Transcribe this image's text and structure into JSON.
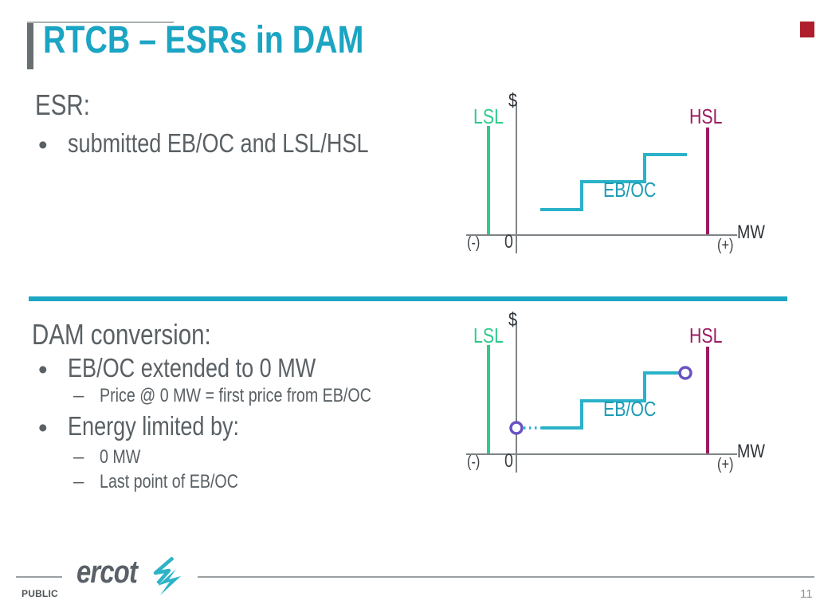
{
  "slide": {
    "title": "RTCB – ESRs in DAM",
    "page_number": "11",
    "classification": "PUBLIC",
    "logo_text": "ercot"
  },
  "markers": {
    "bullet": "•",
    "dash": "–"
  },
  "section_esr": {
    "heading": "ESR:",
    "bullet_1": "submitted EB/OC and LSL/HSL"
  },
  "section_dam": {
    "heading": "DAM conversion:",
    "bullet_1": "EB/OC extended to 0 MW",
    "sub_bullet_1": "Price @ 0 MW = first price from EB/OC",
    "bullet_2": "Energy limited by:",
    "sub_bullet_2": "0 MW",
    "sub_bullet_3": "Last point of EB/OC"
  },
  "chart_labels": {
    "price_axis": "$",
    "lsl": "LSL",
    "hsl": "HSL",
    "eboc": "EB/OC",
    "mw_axis": "MW",
    "negative": "(-)",
    "zero": "0",
    "positive": "(+)"
  },
  "colors": {
    "title_teal": "#1ba5c3",
    "divider_teal": "#1ba7c4",
    "body_gray": "#5a6064",
    "axis_gray": "#7f8487",
    "lsl_green": "#2fcb8c",
    "hsl_maroon": "#9b1b60",
    "eboc_cyan": "#2ab2c8",
    "extension_point_purple": "#6a52c3",
    "corner_red": "#ae1e2c"
  }
}
